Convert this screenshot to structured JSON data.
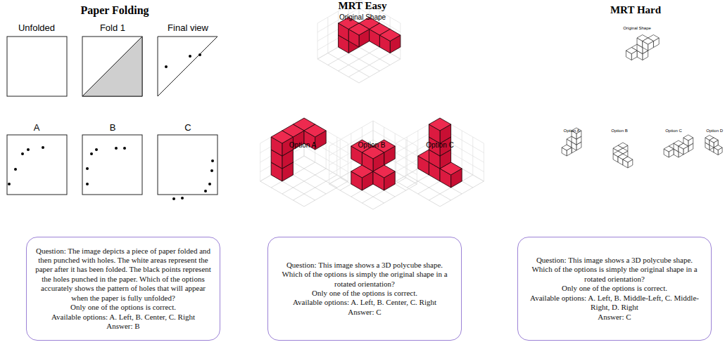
{
  "diagram": {
    "nodes": [
      {
        "text": [
          "Question: The image depicts a piece of paper folded and then punched with holes. The white areas represent the paper after it has been folded. The black points represent the holes punched in the paper. Which of the options accurately shows the pattern of holes that will appear when the paper is fully unfolded?",
          "Only one of the options is correct.",
          "Available options: A. Left, B. Center, C. Right",
          "Answer: B"
        ]
      },
      {
        "text": [
          "Question: This image shows a 3D polycube shape. Which of the options is simply the original shape in a rotated orientation?",
          "Only one of the options is correct.",
          "Available options: A. Left, B. Center, C. Right",
          "Answer: C"
        ]
      },
      {
        "text": [
          "Question: This image shows a 3D polycube shape. Which of the options is simply the original shape in a rotated orientation?",
          "Only one of the options is correct.",
          "Available options: A. Left, B. Middle-Left, C. Middle-Right, D. Right",
          "Answer: C"
        ]
      }
    ],
    "labels": [
      "Paper Folding",
      "Unfolded",
      "Fold 1",
      "Final view",
      "A",
      "B",
      "C",
      "MRT Easy",
      "Original Shape",
      "Option A",
      "Option B",
      "Option C",
      "MRT Hard",
      "Original Shape",
      "Option A",
      "Option B",
      "Option C",
      "Option D"
    ]
  }
}
